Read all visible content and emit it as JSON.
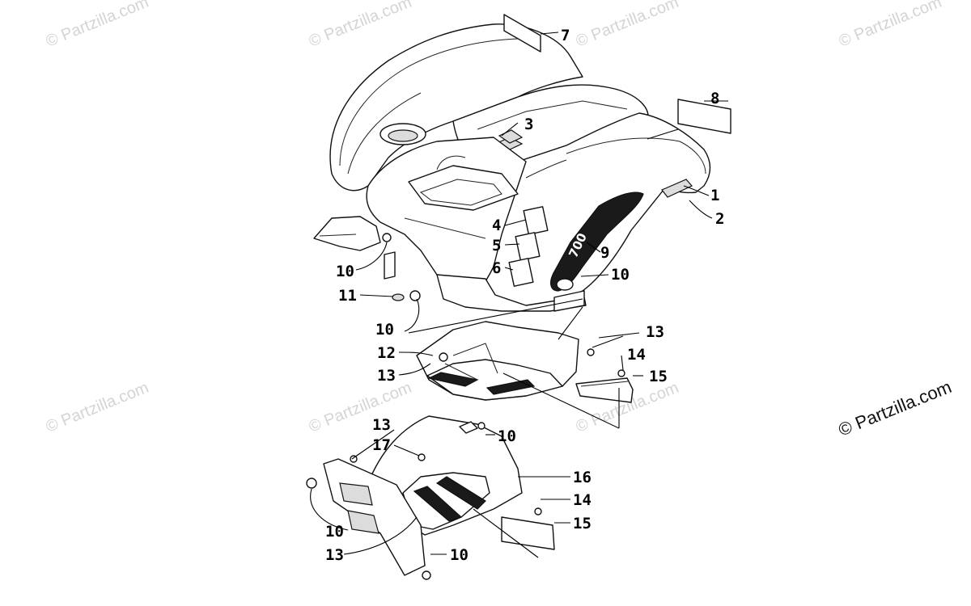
{
  "watermark": {
    "main": "© Partzilla.com",
    "faint": "© Partzilla.com"
  },
  "callouts": {
    "c1": "1",
    "c2": "2",
    "c3": "3",
    "c4": "4",
    "c5": "5",
    "c6": "6",
    "c7": "7",
    "c8": "8",
    "c9": "9",
    "c10a": "10",
    "c10b": "10",
    "c10c": "10",
    "c10d": "10",
    "c10e": "10",
    "c10f": "10",
    "c11": "11",
    "c12": "12",
    "c13a": "13",
    "c13b": "13",
    "c13c": "13",
    "c13d": "13",
    "c14a": "14",
    "c14b": "14",
    "c15a": "15",
    "c15b": "15",
    "c16": "16",
    "c17": "17"
  },
  "fender_graphic_text": "700"
}
